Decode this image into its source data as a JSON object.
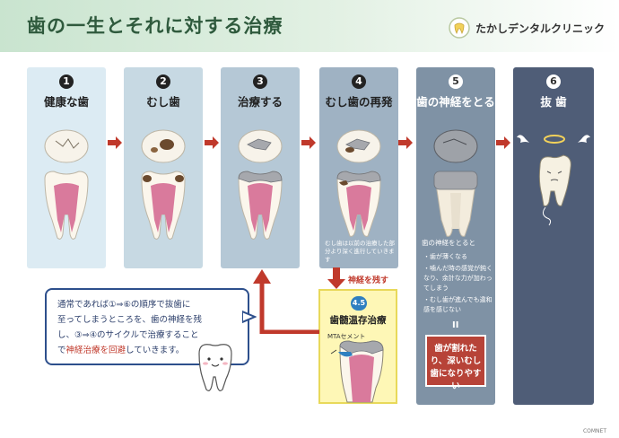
{
  "header": {
    "title": "歯の一生とそれに対する治療",
    "clinic_name": "たかしデンタルクリニック"
  },
  "steps": [
    {
      "num": "1",
      "label": "健康な歯"
    },
    {
      "num": "2",
      "label": "むし歯"
    },
    {
      "num": "3",
      "label": "治療する"
    },
    {
      "num": "4",
      "label": "むし歯の再発",
      "note": "むし歯は以前の治療した部分より深く進行していきます"
    },
    {
      "num": "5",
      "label": "歯の神経をとる"
    },
    {
      "num": "6",
      "label": "抜 歯"
    }
  ],
  "nerve_removal": {
    "title": "歯の神経をとると",
    "bullets": [
      "・歯が薄くなる",
      "・噛んだ時の感覚が鈍くなり、余計な力が加わってしまう",
      "・むし歯が進んでも違和感を感じない"
    ],
    "equals": "II",
    "warning": "歯が割れたり、深いむし歯になりやすい"
  },
  "pulp": {
    "keep_label": "神経を残す",
    "num": "4.5",
    "title": "歯髄温存治療",
    "mta_label": "MTAセメント"
  },
  "bubble": {
    "line1": "通常であれば①⇒⑥の順序で抜歯に",
    "line2": "至ってしまうところを、歯の神経を残",
    "line3": "し、③⇒④のサイクルで治療すること",
    "line4_a": "で",
    "line4_highlight": "神経治療を回避",
    "line4_b": "していきます。"
  },
  "footer": {
    "credit": "COMNET"
  },
  "colors": {
    "arrow": "#c0392b",
    "accent_red": "#b74338",
    "title_green": "#2f5a3d",
    "navy": "#2d4f8c"
  }
}
